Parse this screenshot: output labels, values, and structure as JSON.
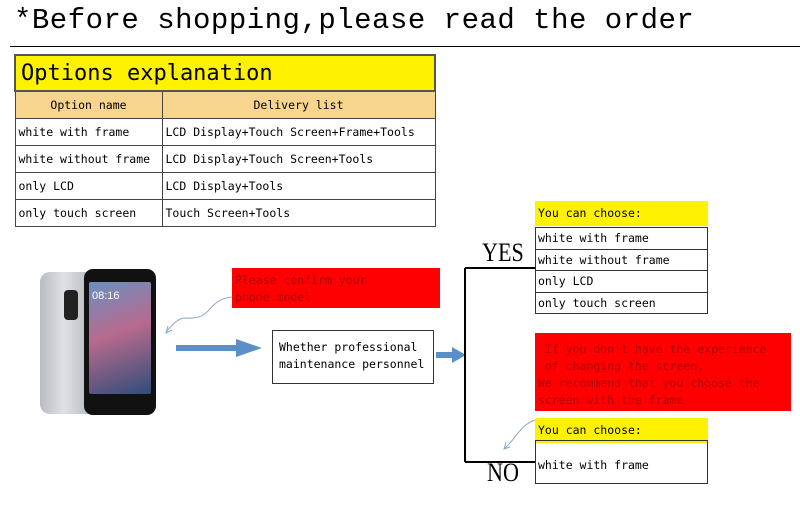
{
  "title": "*Before shopping,please read the order",
  "options": {
    "heading": "Options explanation",
    "col_option": "Option name",
    "col_delivery": "Delivery list",
    "rows": [
      {
        "option": "white with frame",
        "delivery": "LCD Display+Touch Screen+Frame+Tools"
      },
      {
        "option": "white without frame",
        "delivery": "LCD Display+Touch Screen+Tools"
      },
      {
        "option": "only LCD",
        "delivery": "LCD Display+Tools"
      },
      {
        "option": "only touch screen",
        "delivery": "Touch Screen+Tools"
      }
    ]
  },
  "phone": {
    "clock": "08:16"
  },
  "confirm": {
    "line1": "Please confirm your",
    "line2": "phone model"
  },
  "whether": {
    "line1": "Whether professional",
    "line2": "maintenance personnel"
  },
  "yes": {
    "word": "YES",
    "choose_label": "You can choose:",
    "choices": [
      "white with frame",
      "white without frame",
      "only LCD",
      "only touch screen"
    ]
  },
  "no": {
    "word": "NO",
    "advice": {
      "line1": " If you don't have the experience",
      "line2": " of changing the screen,",
      "line3": "We recommend that you choose the",
      "line4": "screen with the frame"
    },
    "choose_label": "You can choose:",
    "choice": "white with frame"
  },
  "colors": {
    "yellow": "#fff200",
    "red": "#ff0000",
    "arrow_blue": "#5b8fc8",
    "table_header": "#f7d58f"
  }
}
